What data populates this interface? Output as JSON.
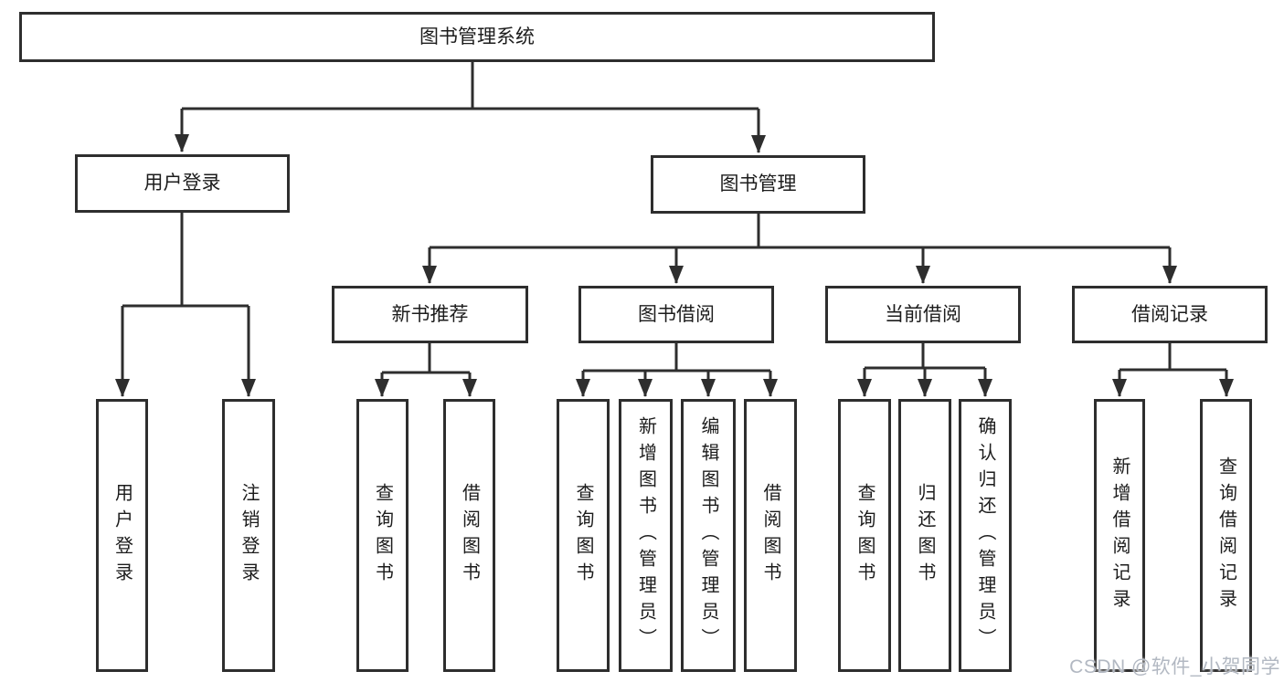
{
  "diagram": {
    "title": "图书管理系统",
    "children": [
      {
        "label": "用户登录",
        "children": [
          {
            "label": "用户登录"
          },
          {
            "label": "注销登录"
          }
        ]
      },
      {
        "label": "图书管理",
        "children": [
          {
            "label": "新书推荐",
            "children": [
              {
                "label": "查询图书"
              },
              {
                "label": "借阅图书"
              }
            ]
          },
          {
            "label": "图书借阅",
            "children": [
              {
                "label": "查询图书"
              },
              {
                "label": "新增图书（管理员）"
              },
              {
                "label": "编辑图书（管理员）"
              },
              {
                "label": "借阅图书"
              }
            ]
          },
          {
            "label": "当前借阅",
            "children": [
              {
                "label": "查询图书"
              },
              {
                "label": "归还图书"
              },
              {
                "label": "确认归还（管理员）"
              }
            ]
          },
          {
            "label": "借阅记录",
            "children": [
              {
                "label": "新增借阅记录"
              },
              {
                "label": "查询借阅记录"
              }
            ]
          }
        ]
      }
    ]
  },
  "watermark": {
    "text": "CSDN @软件_小贺同学"
  },
  "colors": {
    "line": "#2e2e2e",
    "box_border": "#2e2e2e",
    "text": "#1c1c1c",
    "background": "#ffffff",
    "watermark": "#b2b8c2"
  }
}
